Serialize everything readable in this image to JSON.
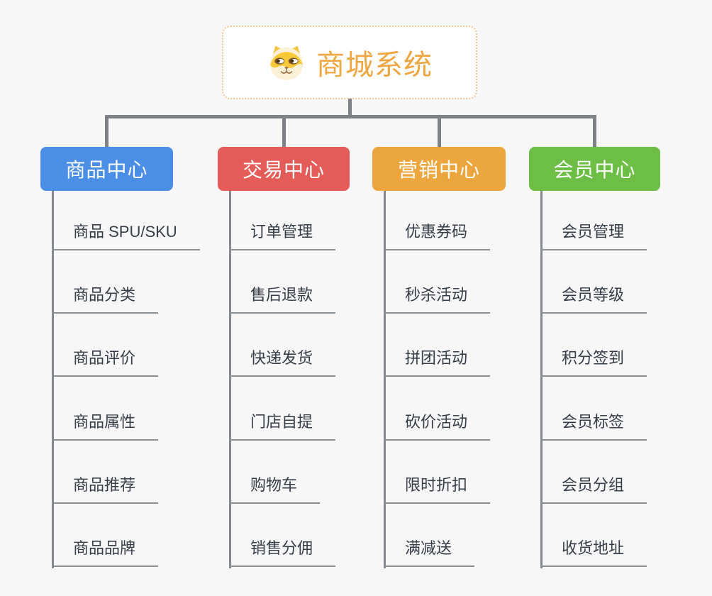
{
  "root": {
    "title": "商城系统",
    "icon": "shiba-dog-icon",
    "title_color": "#F0A640",
    "border_color": "#EBC88D"
  },
  "connector_color": "#7E8286",
  "branches": [
    {
      "label": "商品中心",
      "color": "#4A8EE6",
      "children": [
        "商品 SPU/SKU",
        "商品分类",
        "商品评价",
        "商品属性",
        "商品推荐",
        "商品品牌"
      ]
    },
    {
      "label": "交易中心",
      "color": "#E55B57",
      "children": [
        "订单管理",
        "售后退款",
        "快递发货",
        "门店自提",
        "购物车",
        "销售分佣"
      ]
    },
    {
      "label": "营销中心",
      "color": "#EDA63E",
      "children": [
        "优惠券码",
        "秒杀活动",
        "拼团活动",
        "砍价活动",
        "限时折扣",
        "满减送"
      ]
    },
    {
      "label": "会员中心",
      "color": "#6DBE45",
      "children": [
        "会员管理",
        "会员等级",
        "积分签到",
        "会员标签",
        "会员分组",
        "收货地址"
      ]
    }
  ]
}
